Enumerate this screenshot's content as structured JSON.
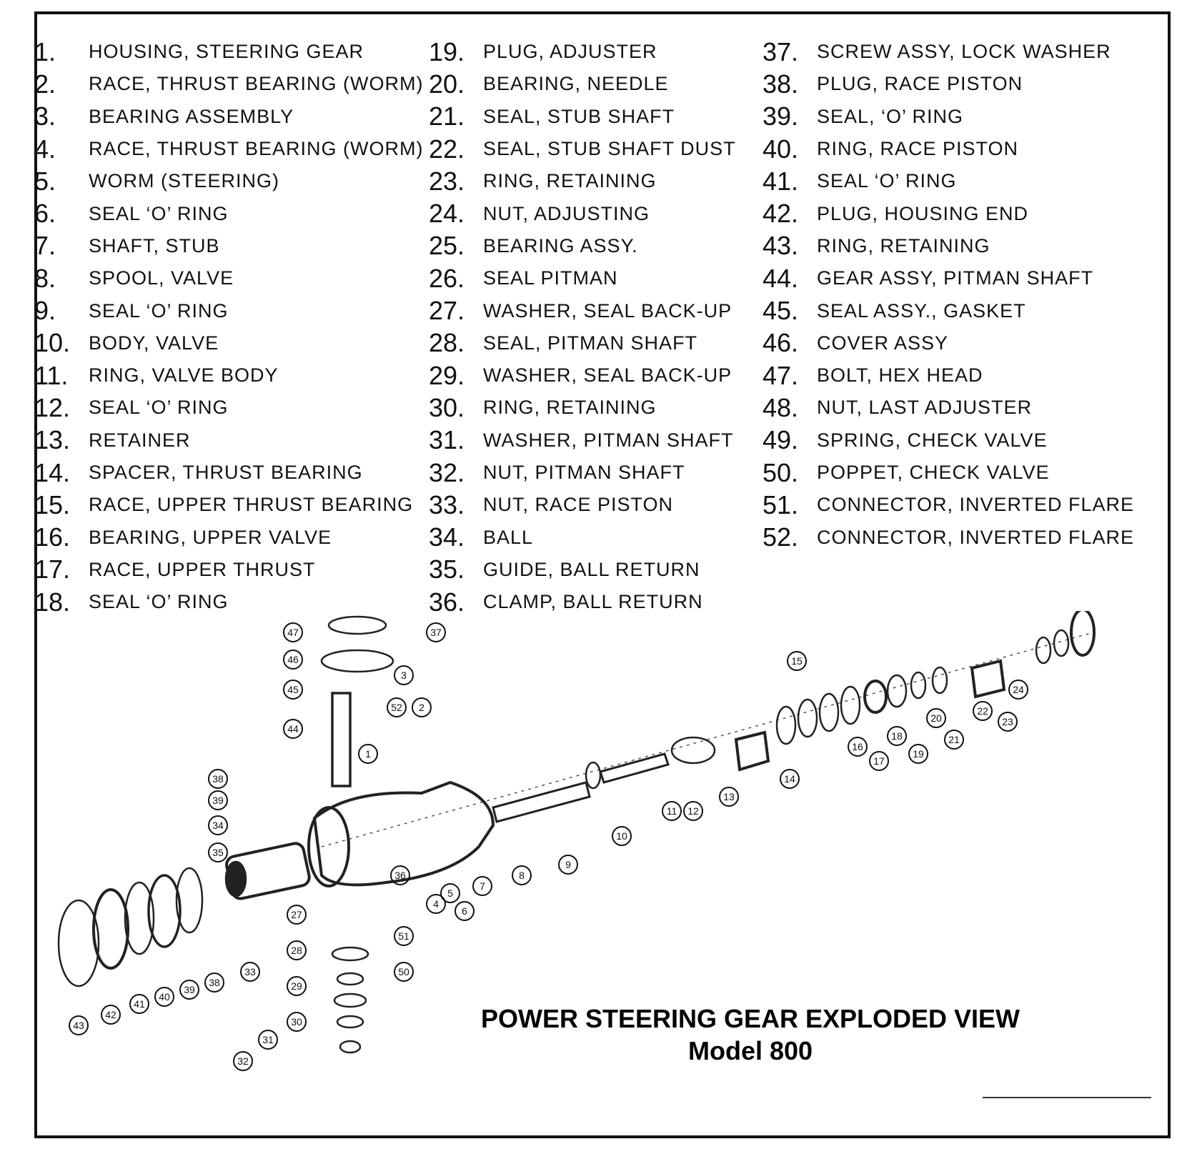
{
  "parts_col1": [
    {
      "n": "1.",
      "label": "HOUSING, STEERING GEAR"
    },
    {
      "n": "2.",
      "label": "RACE, THRUST BEARING (WORM)"
    },
    {
      "n": "3.",
      "label": "BEARING ASSEMBLY"
    },
    {
      "n": "4.",
      "label": "RACE, THRUST BEARING (WORM)"
    },
    {
      "n": "5.",
      "label": "WORM (STEERING)"
    },
    {
      "n": "6.",
      "label": "SEAL ‘O’ RING"
    },
    {
      "n": "7.",
      "label": "SHAFT, STUB"
    },
    {
      "n": "8.",
      "label": "SPOOL, VALVE"
    },
    {
      "n": "9.",
      "label": "SEAL ‘O’ RING"
    },
    {
      "n": "10.",
      "label": "BODY, VALVE"
    },
    {
      "n": "11.",
      "label": "RING, VALVE BODY"
    },
    {
      "n": "12.",
      "label": "SEAL ‘O’ RING"
    },
    {
      "n": "13.",
      "label": "RETAINER"
    },
    {
      "n": "14.",
      "label": "SPACER, THRUST BEARING"
    },
    {
      "n": "15.",
      "label": "RACE, UPPER THRUST BEARING"
    },
    {
      "n": "16.",
      "label": "BEARING, UPPER VALVE"
    },
    {
      "n": "17.",
      "label": "RACE, UPPER THRUST"
    },
    {
      "n": "18.",
      "label": "SEAL ‘O’ RING"
    }
  ],
  "parts_col2": [
    {
      "n": "19.",
      "label": "PLUG, ADJUSTER"
    },
    {
      "n": "20.",
      "label": "BEARING, NEEDLE"
    },
    {
      "n": "21.",
      "label": "SEAL, STUB SHAFT"
    },
    {
      "n": "22.",
      "label": "SEAL, STUB SHAFT DUST"
    },
    {
      "n": "23.",
      "label": "RING, RETAINING"
    },
    {
      "n": "24.",
      "label": "NUT, ADJUSTING"
    },
    {
      "n": "25.",
      "label": "BEARING ASSY."
    },
    {
      "n": "26.",
      "label": "SEAL PITMAN"
    },
    {
      "n": "27.",
      "label": "WASHER, SEAL BACK-UP"
    },
    {
      "n": "28.",
      "label": "SEAL, PITMAN SHAFT"
    },
    {
      "n": "29.",
      "label": "WASHER, SEAL BACK-UP"
    },
    {
      "n": "30.",
      "label": "RING, RETAINING"
    },
    {
      "n": "31.",
      "label": "WASHER, PITMAN SHAFT"
    },
    {
      "n": "32.",
      "label": "NUT, PITMAN SHAFT"
    },
    {
      "n": "33.",
      "label": "NUT, RACE PISTON"
    },
    {
      "n": "34.",
      "label": "BALL"
    },
    {
      "n": "35.",
      "label": "GUIDE, BALL RETURN"
    },
    {
      "n": "36.",
      "label": "CLAMP, BALL RETURN"
    }
  ],
  "parts_col3": [
    {
      "n": "37.",
      "label": "SCREW ASSY, LOCK WASHER"
    },
    {
      "n": "38.",
      "label": "PLUG, RACE PISTON"
    },
    {
      "n": "39.",
      "label": "SEAL, ‘O’ RING"
    },
    {
      "n": "40.",
      "label": "RING, RACE PISTON"
    },
    {
      "n": "41.",
      "label": "SEAL ‘O’ RING"
    },
    {
      "n": "42.",
      "label": "PLUG, HOUSING END"
    },
    {
      "n": "43.",
      "label": "RING, RETAINING"
    },
    {
      "n": "44.",
      "label": "GEAR ASSY, PITMAN SHAFT"
    },
    {
      "n": "45.",
      "label": "SEAL ASSY., GASKET"
    },
    {
      "n": "46.",
      "label": "COVER ASSY"
    },
    {
      "n": "47.",
      "label": "BOLT, HEX HEAD"
    },
    {
      "n": "48.",
      "label": "NUT, LAST ADJUSTER"
    },
    {
      "n": "49.",
      "label": "SPRING, CHECK VALVE"
    },
    {
      "n": "50.",
      "label": "POPPET, CHECK VALVE"
    },
    {
      "n": "51.",
      "label": "CONNECTOR, INVERTED FLARE"
    },
    {
      "n": "52.",
      "label": "CONNECTOR, INVERTED FLARE"
    }
  ],
  "title": {
    "line1": "POWER STEERING GEAR EXPLODED VIEW",
    "line2": "Model 800"
  },
  "callouts": [
    "43",
    "42",
    "41",
    "40",
    "39",
    "38",
    "33",
    "47",
    "46",
    "45",
    "44",
    "37",
    "38",
    "39",
    "34",
    "35",
    "36",
    "27",
    "28",
    "29",
    "30",
    "31",
    "32",
    "51",
    "50",
    "52",
    "1",
    "2",
    "3",
    "4",
    "5",
    "6",
    "7",
    "8",
    "9",
    "10",
    "11",
    "12",
    "13",
    "14",
    "15",
    "16",
    "17",
    "18",
    "19",
    "20",
    "21",
    "22",
    "23",
    "24"
  ],
  "colors": {
    "ink": "#111111",
    "background": "#ffffff"
  }
}
